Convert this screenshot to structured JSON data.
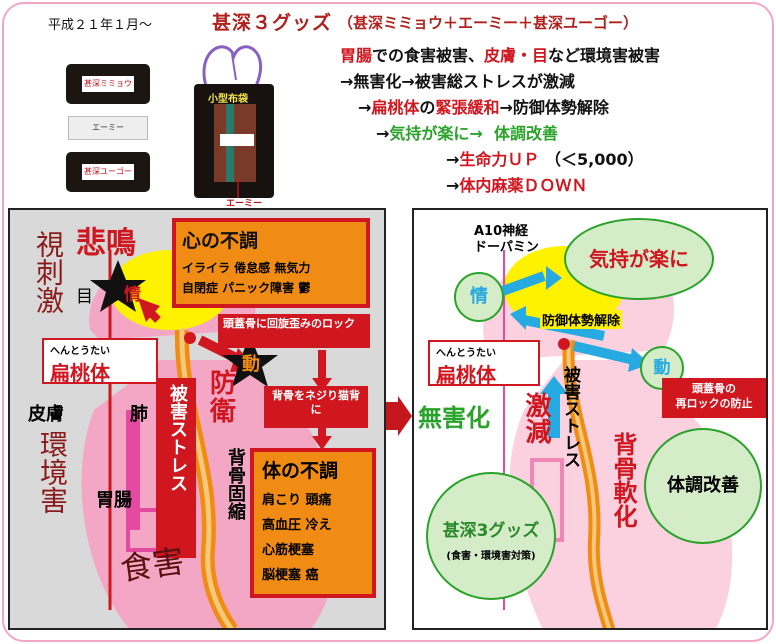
{
  "header": {
    "date": "平成２１年１月～",
    "title": "甚深３グッズ",
    "subtitle": "（甚深ミミョウ＋エーミー＋甚深ユーゴー）"
  },
  "effects": {
    "line1_a": "胃腸",
    "line1_b": "での食害被害、",
    "line1_c": "皮膚・目",
    "line1_d": "など環境害被害",
    "line2": "→無害化→被害総ストレスが激減",
    "line3_a": "→",
    "line3_b": "扁桃体",
    "line3_c": "の",
    "line3_d": "緊張緩和",
    "line3_e": "→防御体勢解除",
    "line4_a": "→",
    "line4_b": "気持が楽に→",
    "line4_c": "体調改善",
    "line5_a": "→",
    "line5_b": "生命力ＵＰ",
    "line5_c": "（＜5,000）",
    "line6_a": "→",
    "line6_b": "体内麻薬ＤＯＷＮ"
  },
  "photo": {
    "tag_top": "甚深ミミョウ",
    "card": "エーミー",
    "tag_bottom": "甚深ユーゴー",
    "bag_label": "小型布袋",
    "bag_inner": "エーミー"
  },
  "left_panel": {
    "himing": "悲鳴",
    "shigeki": "視刺激",
    "me": "目",
    "jou": "情",
    "kokoro_title": "心の不調",
    "kokoro_items_1": "イライラ  倦怠感  無気力",
    "kokoro_items_2": "自閉症  パニック障害  鬱",
    "lock_text": "頭蓋骨に回旋歪みのロック",
    "hentoutai_kana": "へんとうたい",
    "hentoutai": "扁桃体",
    "dou": "動",
    "bouei": "防衛",
    "nejiri": "背骨をネジり猫背に",
    "hifu": "皮膚",
    "hai": "肺",
    "higai_stress": "被害ストレス",
    "kankyougai": "環境害",
    "iochou": "胃腸",
    "shokugai": "食害",
    "sekotsu_koshuku": "背骨固縮",
    "karada_title": "体の不調",
    "karada_1": "肩こり   頭痛",
    "karada_2": "高血圧  冷え",
    "karada_3": "心筋梗塞",
    "karada_4": "脳梗塞  癌"
  },
  "right_panel": {
    "a10": "A10神経",
    "dopamine": "ドーパミン",
    "kimochi": "気持が楽に",
    "jou": "情",
    "bougyo": "防御体勢解除",
    "hentoutai_kana": "へんとうたい",
    "hentoutai": "扁桃体",
    "dou": "動",
    "lock_prevent_1": "頭蓋骨の",
    "lock_prevent_2": "再ロックの防止",
    "mugaika": "無害化",
    "gekigen": "激減",
    "higai_stress": "被害ストレス",
    "sekotsu_nanka": "背骨軟化",
    "taichou": "体調改善",
    "goods": "甚深3グッズ",
    "goods_sub": "(食害・環境害対策)"
  },
  "colors": {
    "accent_red": "#d0161e",
    "brown_red": "#b0201c",
    "green": "#2aa32a",
    "yellow": "#fff200",
    "pink": "#f4a7c4",
    "orange": "#f08c14",
    "sky": "#27aae1",
    "light_green": "#d5ecc8"
  }
}
